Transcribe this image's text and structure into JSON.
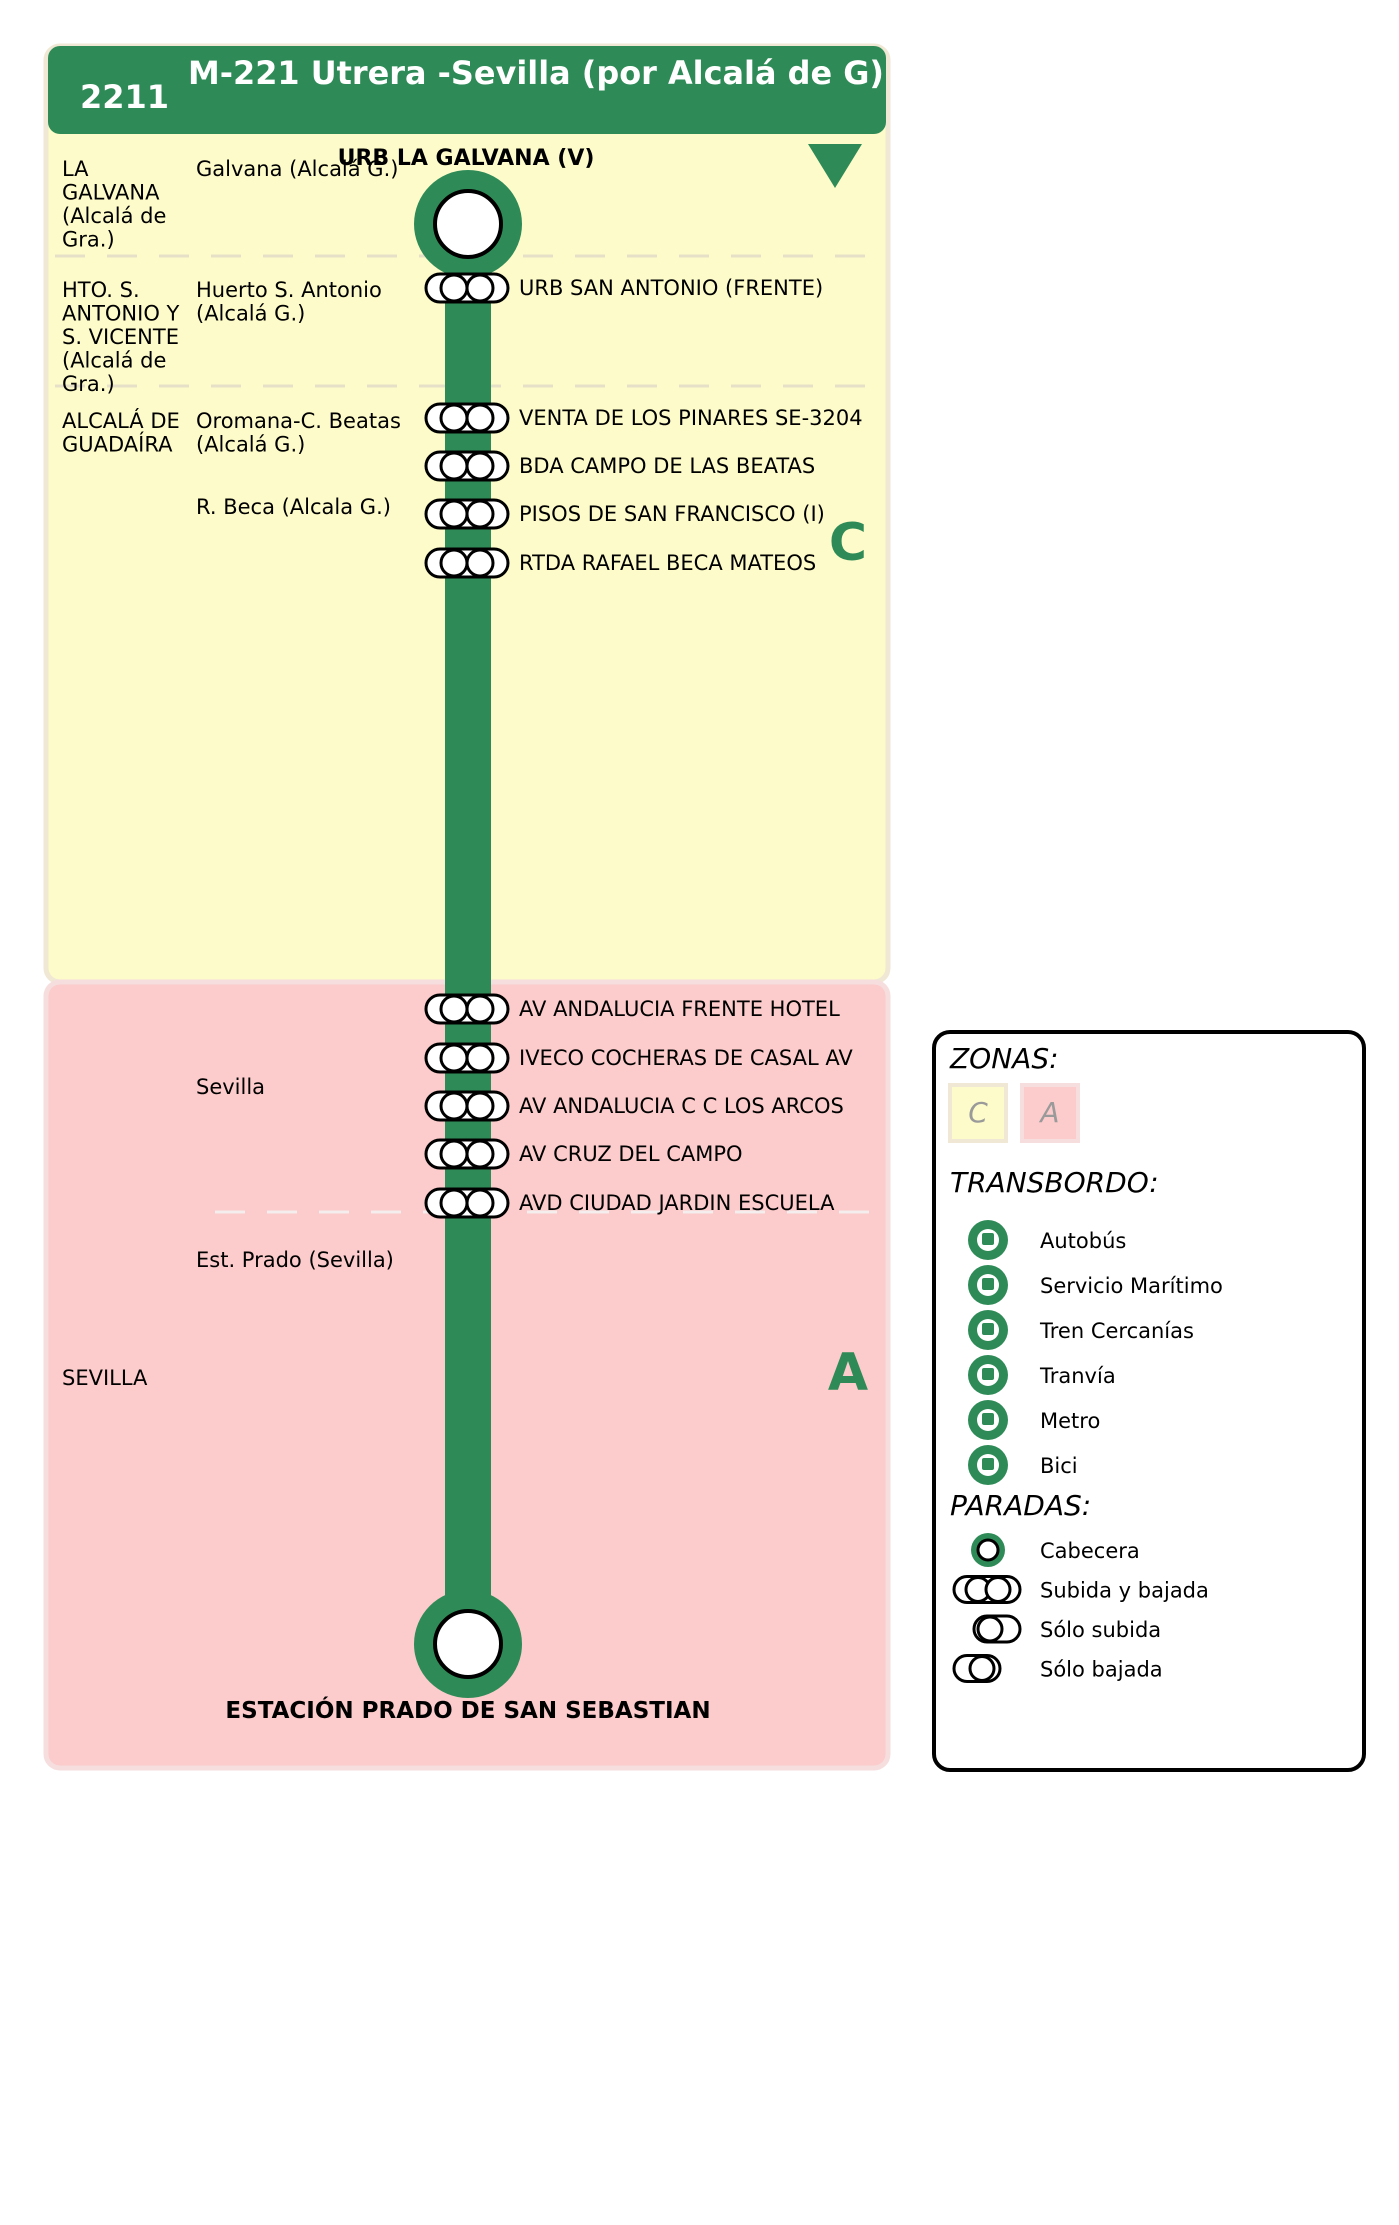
{
  "route": {
    "code": "2211",
    "name": "M-221 Utrera -Sevilla (por Alcalá de G)"
  },
  "colors": {
    "line": "#2e8b57",
    "zone_c": "#fdfbc9",
    "zone_a": "#fccbcb",
    "header": "#2e8b57"
  },
  "zone_letters": {
    "c": "C",
    "a": "A"
  },
  "municipalities": [
    [
      "LA",
      "GALVANA",
      "(Alcalá de",
      "Gra.)"
    ],
    [
      "HTO. S.",
      "ANTONIO Y",
      "S. VICENTE",
      "(Alcalá de",
      "Gra.)"
    ],
    [
      "ALCALÁ DE",
      "GUADAÍRA"
    ],
    [
      "SEVILLA"
    ]
  ],
  "localities": [
    [
      "Galvana (Alcalá G.)"
    ],
    [
      "Huerto S. Antonio",
      "(Alcalá G.)"
    ],
    [
      "Oromana-C. Beatas",
      "(Alcalá G.)"
    ],
    [
      "R. Beca (Alcala G.)"
    ],
    [
      "Sevilla"
    ],
    [
      "Est. Prado (Sevilla)"
    ]
  ],
  "stops": {
    "start": "URB LA GALVANA (V)",
    "end": "ESTACIÓN PRADO DE SAN SEBASTIAN",
    "intermediate": [
      "URB SAN ANTONIO (FRENTE)",
      "VENTA DE LOS PINARES SE-3204",
      "BDA CAMPO DE LAS BEATAS",
      "PISOS DE SAN FRANCISCO (I)",
      "RTDA RAFAEL BECA MATEOS",
      "AV ANDALUCIA FRENTE HOTEL",
      "IVECO COCHERAS DE CASAL AV",
      "AV ANDALUCIA C C LOS ARCOS",
      "AV CRUZ DEL CAMPO",
      "AVD CIUDAD JARDIN ESCUELA"
    ]
  },
  "legend": {
    "zones_title": "ZONAS:",
    "zones": [
      "C",
      "A"
    ],
    "transfer_title": "TRANSBORDO:",
    "transfers": [
      {
        "label": "Autobús",
        "icon": "bus-icon"
      },
      {
        "label": "Servicio Marítimo",
        "icon": "ferry-icon"
      },
      {
        "label": "Tren Cercanías",
        "icon": "train-icon"
      },
      {
        "label": "Tranvía",
        "icon": "tram-icon"
      },
      {
        "label": "Metro",
        "icon": "metro-icon"
      },
      {
        "label": "Bici",
        "icon": "bicycle-icon"
      }
    ],
    "stops_title": "PARADAS:",
    "stop_types": [
      "Cabecera",
      "Subida y bajada",
      "Sólo subida",
      "Sólo bajada"
    ]
  }
}
